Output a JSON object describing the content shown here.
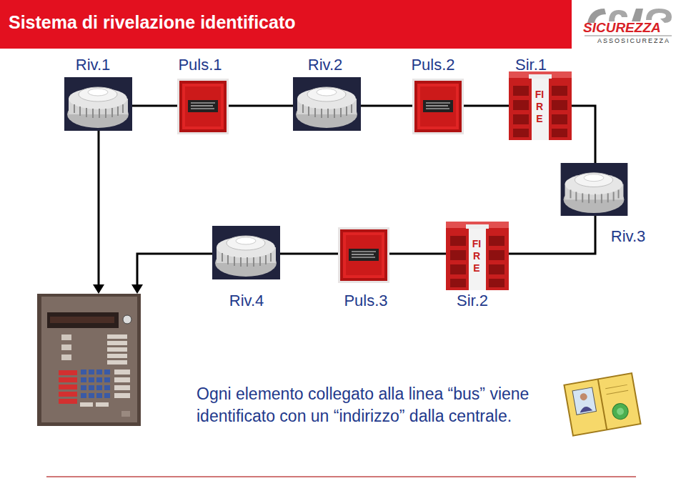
{
  "diagram": {
    "title": "Sistema di rivelazione identificato",
    "caption": "Ogni elemento collegato alla linea “bus” viene identificato con un “indirizzo” dalla centrale.",
    "nodes": [
      {
        "text": [
          "Riv.1"
        ]
      },
      {
        "text": [
          "Puls.1"
        ]
      },
      {
        "text": [
          "Riv.2"
        ]
      },
      {
        "text": [
          "Puls.2"
        ]
      },
      {
        "text": [
          "Sir.1"
        ]
      },
      {
        "text": [
          "Riv.3"
        ]
      },
      {
        "text": [
          "Riv.4"
        ]
      },
      {
        "text": [
          "Puls.3"
        ]
      },
      {
        "text": [
          "Sir.2"
        ]
      }
    ],
    "edges": [
      {
        "from": 0,
        "to": 1,
        "arrow": "none"
      },
      {
        "from": 1,
        "to": 2,
        "arrow": "none"
      },
      {
        "from": 2,
        "to": 3,
        "arrow": "none"
      },
      {
        "from": 3,
        "to": 4,
        "arrow": "none"
      },
      {
        "from": 4,
        "to": 5,
        "arrow": "none"
      },
      {
        "from": 5,
        "to": 8,
        "arrow": "none"
      },
      {
        "from": 8,
        "to": 7,
        "arrow": "none"
      },
      {
        "from": 7,
        "to": 6,
        "arrow": "none"
      }
    ],
    "labels": [
      "SICUREZZA",
      "ASSOSICUREZZA",
      "FIRE",
      "FIRE"
    ]
  }
}
